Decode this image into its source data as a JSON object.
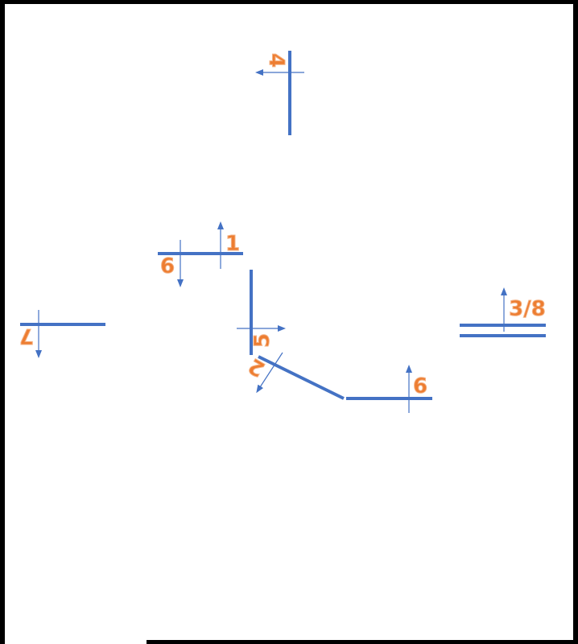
{
  "colors": {
    "line": "#4472C4",
    "label": "#ED7D31",
    "label_outline": "#F4B183",
    "border": "#000000",
    "background": "#FFFFFF"
  },
  "labels": {
    "top_vertical": "4",
    "upper_left_up": "1",
    "upper_left_down": "6",
    "center_vertical": "5",
    "diagonal": "2",
    "lower_right": "6",
    "far_left": "7",
    "double_line": "3/8"
  }
}
